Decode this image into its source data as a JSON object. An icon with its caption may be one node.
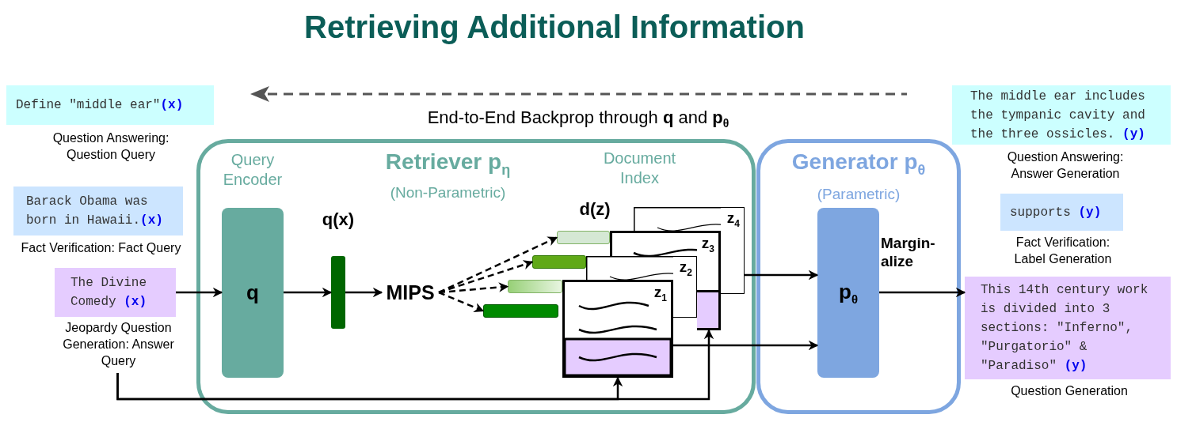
{
  "diagram": {
    "title": "Retrieving Additional Information",
    "nodes": [
      {
        "text": [
          "Define \"middle ear\"**(x)**"
        ],
        "beside": [
          "Question Answering: Question Query"
        ]
      },
      {
        "text": [
          "Barack Obama was born in Hawaii.**(x)**"
        ],
        "beside": [
          "Fact Verification: Fact Query"
        ]
      },
      {
        "text": [
          "The Divine Comedy **(x)**"
        ],
        "beside": [
          "Jeopardy Question Generation: Answer Query"
        ]
      },
      {
        "text": [
          "Retriever p$_{η}$",
          "(Non-Parametric)"
        ]
      },
      {
        "text": [
          "q"
        ],
        "in": 3,
        "beside": [
          "Query Encoder"
        ]
      },
      {
        "text": [],
        "shape": "bar",
        "in": 3,
        "beside": [
          "q(x)"
        ]
      },
      {
        "text": [
          "MIPS"
        ],
        "in": 3
      },
      {
        "text": [],
        "shape": "bar",
        "in": 3
      },
      {
        "text": [],
        "shape": "bar",
        "in": 3
      },
      {
        "text": [],
        "shape": "bar",
        "in": 3
      },
      {
        "text": [],
        "shape": "bar",
        "in": 3
      },
      {
        "text": [
          "z$_{4}$"
        ],
        "in": 3
      },
      {
        "text": [
          "z$_{3}$"
        ],
        "in": 3
      },
      {
        "text": [
          "z$_{2}$"
        ],
        "in": 3
      },
      {
        "text": [
          "z$_{1}$"
        ],
        "in": 3
      },
      {
        "text": [
          "Generator p$_{θ}$",
          "(Parametric)"
        ]
      },
      {
        "text": [
          "p$_{θ}$"
        ],
        "in": 15
      },
      {
        "text": [
          "The middle ear includes the tympanic cavity and the three ossicles.  **(y)**"
        ],
        "beside": [
          "Question Answering: Answer Generation"
        ]
      },
      {
        "text": [
          "supports **(y)**"
        ],
        "beside": [
          "Fact Verification: Label Generation"
        ]
      },
      {
        "text": [
          "This 14th century work is divided into 3 sections: \"Inferno\", \"Purgatorio\" & \"Paradiso\" **(y)**"
        ],
        "beside": [
          "Question Generation"
        ]
      }
    ],
    "edges": [
      {
        "from": 2,
        "to": 4,
        "arrow": "to"
      },
      {
        "from": 4,
        "to": 5,
        "arrow": "to"
      },
      {
        "from": 5,
        "to": 6,
        "arrow": "to"
      },
      {
        "from": 6,
        "to": 7,
        "arrow": "to",
        "style": "dashed"
      },
      {
        "from": 6,
        "to": 8,
        "arrow": "to",
        "style": "dashed"
      },
      {
        "from": 6,
        "to": 9,
        "arrow": "to",
        "style": "dashed"
      },
      {
        "from": 6,
        "to": 10,
        "arrow": "to",
        "style": "dashed"
      },
      {
        "from": 11,
        "to": 16,
        "arrow": "to"
      },
      {
        "from": 14,
        "to": 16,
        "arrow": "to"
      },
      {
        "from": 16,
        "to": 19,
        "arrow": "to",
        "label": "Margin- alize"
      },
      {
        "from": 2,
        "to": 14,
        "arrow": "to"
      },
      {
        "from": 2,
        "to": 12,
        "arrow": "to"
      }
    ],
    "labels": [
      "End-to-End Backprop through **q** and **p**$_{θ}$",
      "Document Index",
      "d(z)"
    ]
  }
}
